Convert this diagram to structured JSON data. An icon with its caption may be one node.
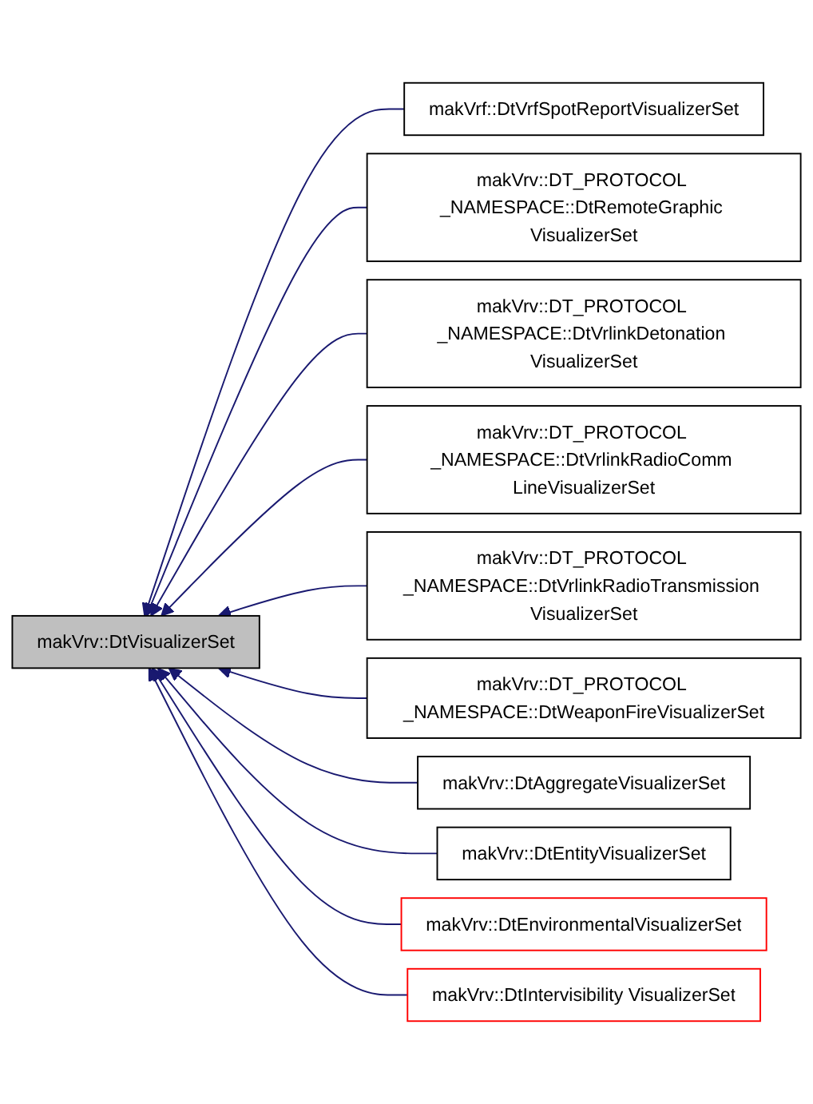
{
  "diagram": {
    "nodes": [
      {
        "text": [
          "makVrv::DtVisualizerSet"
        ]
      },
      {
        "text": [
          "makVrf::DtVrfSpotReportVisualizerSet"
        ]
      },
      {
        "text": [
          "makVrv::DT_PROTOCOL _NAMESPACE::DtRemoteGraphic VisualizerSet"
        ]
      },
      {
        "text": [
          "makVrv::DT_PROTOCOL _NAMESPACE::DtVrlinkDetonation VisualizerSet"
        ]
      },
      {
        "text": [
          "makVrv::DT_PROTOCOL _NAMESPACE::DtVrlinkRadioComm LineVisualizerSet"
        ]
      },
      {
        "text": [
          "makVrv::DT_PROTOCOL _NAMESPACE::DtVrlinkRadioTransmission VisualizerSet"
        ]
      },
      {
        "text": [
          "makVrv::DT_PROTOCOL _NAMESPACE::DtWeaponFireVisualizerSet"
        ]
      },
      {
        "text": [
          "makVrv::DtAggregateVisualizerSet"
        ]
      },
      {
        "text": [
          "makVrv::DtEntityVisualizerSet"
        ]
      },
      {
        "text": [
          "makVrv::DtEnvironmentalVisualizerSet"
        ]
      },
      {
        "text": [
          "makVrv::DtIntervisibility VisualizerSet"
        ]
      }
    ],
    "edges": [
      {
        "from": 1,
        "to": 0,
        "arrow": "to"
      },
      {
        "from": 2,
        "to": 0,
        "arrow": "to"
      },
      {
        "from": 3,
        "to": 0,
        "arrow": "to"
      },
      {
        "from": 4,
        "to": 0,
        "arrow": "to"
      },
      {
        "from": 5,
        "to": 0,
        "arrow": "to"
      },
      {
        "from": 6,
        "to": 0,
        "arrow": "to"
      },
      {
        "from": 7,
        "to": 0,
        "arrow": "to"
      },
      {
        "from": 8,
        "to": 0,
        "arrow": "to"
      },
      {
        "from": 9,
        "to": 0,
        "arrow": "to"
      },
      {
        "from": 10,
        "to": 0,
        "arrow": "to"
      }
    ]
  }
}
